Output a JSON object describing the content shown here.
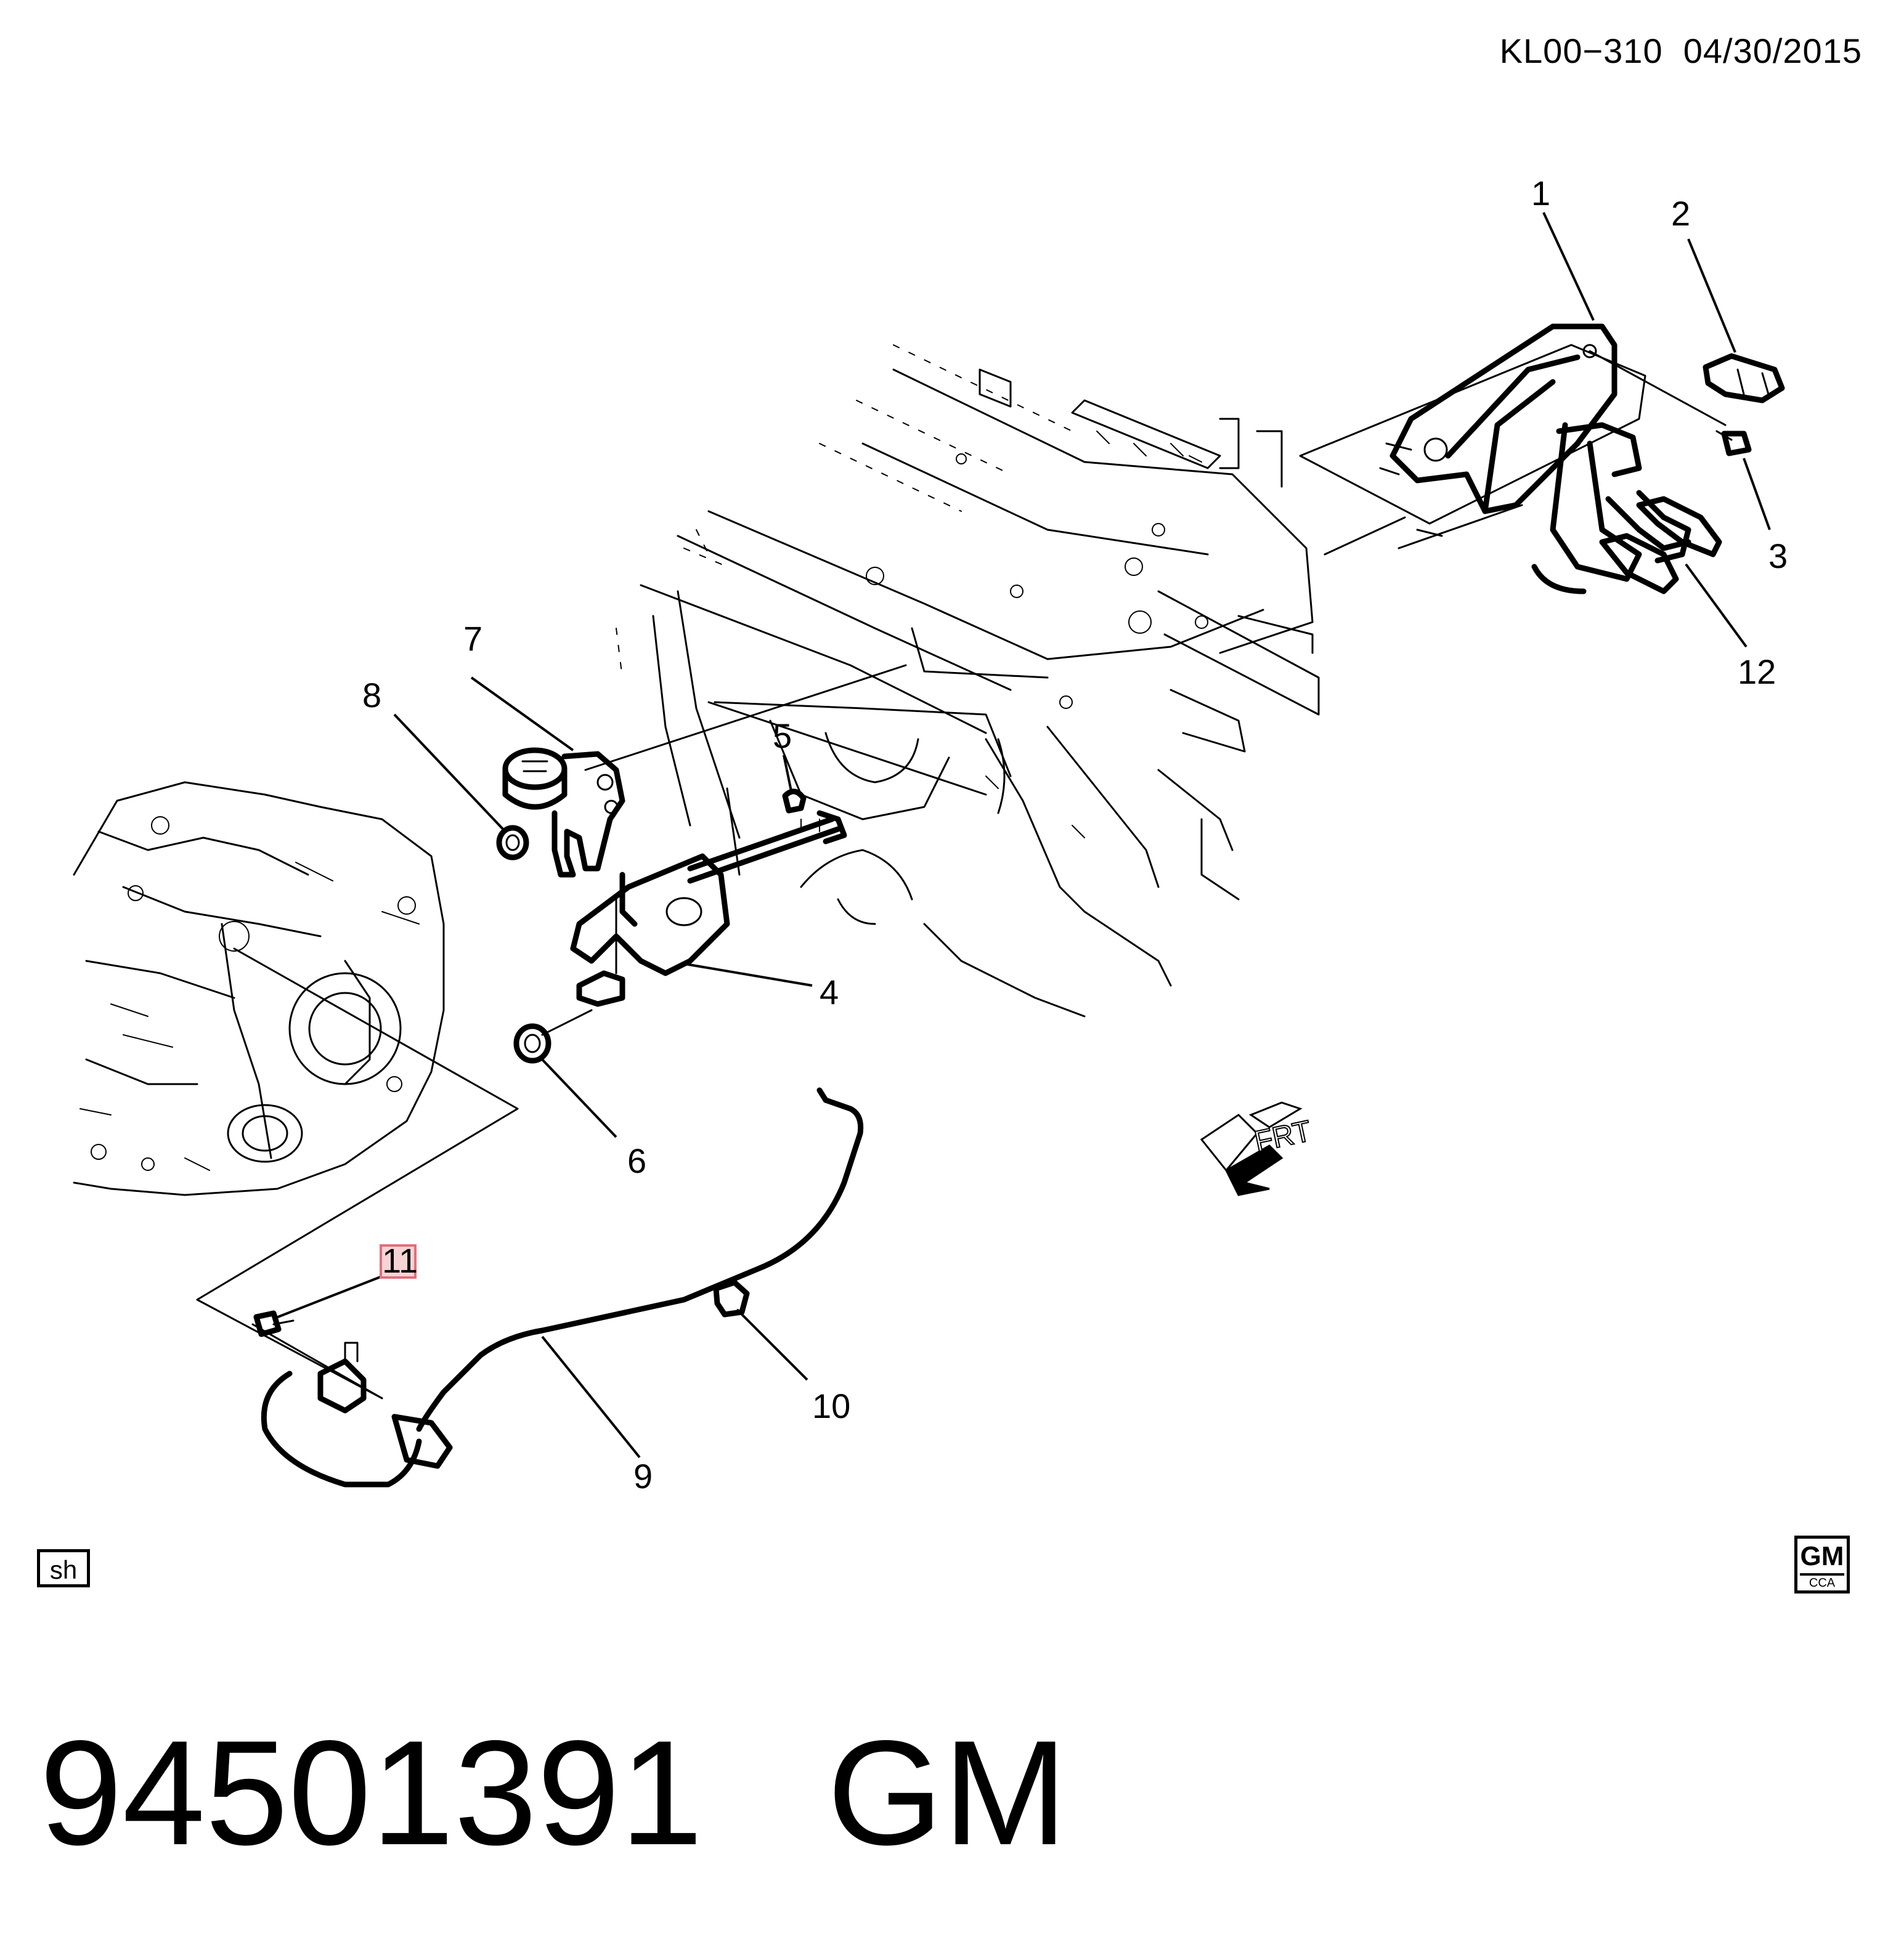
{
  "header": {
    "code": "KL00−310",
    "date": "04/30/2015"
  },
  "callouts": [
    {
      "id": "1",
      "label": "1"
    },
    {
      "id": "2",
      "label": "2"
    },
    {
      "id": "3",
      "label": "3"
    },
    {
      "id": "4",
      "label": "4"
    },
    {
      "id": "5",
      "label": "5"
    },
    {
      "id": "6",
      "label": "6"
    },
    {
      "id": "7",
      "label": "7"
    },
    {
      "id": "8",
      "label": "8"
    },
    {
      "id": "9",
      "label": "9"
    },
    {
      "id": "10",
      "label": "10"
    },
    {
      "id": "11",
      "label": "11",
      "highlighted": true
    },
    {
      "id": "12",
      "label": "12"
    }
  ],
  "direction_marker": {
    "label": "FRT"
  },
  "footer_box": {
    "label": "sh"
  },
  "logo": {
    "top": "GM",
    "bottom": "CCA"
  },
  "part": {
    "number": "94501391",
    "brand": "GM"
  },
  "colors": {
    "ink": "#000000",
    "highlight_fill": "#f6d4d6",
    "highlight_stroke": "#e0707a"
  }
}
